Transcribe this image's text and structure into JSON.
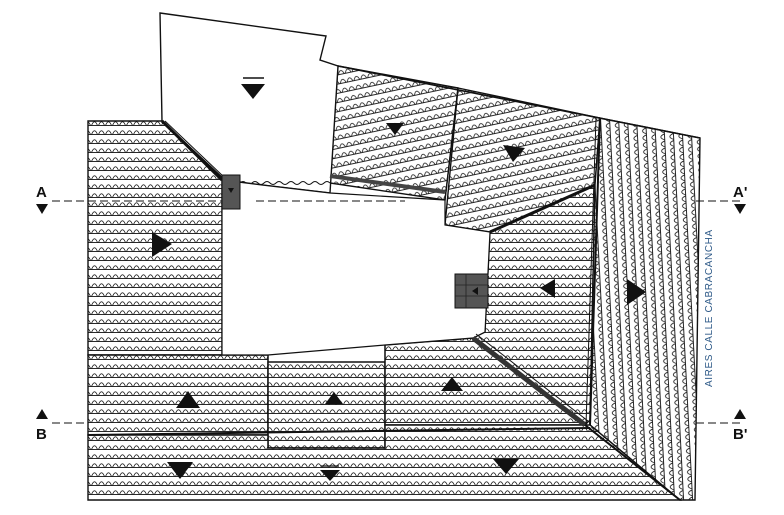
{
  "sections": {
    "a_left": "A",
    "a_right": "A'",
    "b_left": "B",
    "b_right": "B'"
  },
  "street_label": "AIRES CALLE CABRACANCHA",
  "colors": {
    "ink": "#111111",
    "paper": "#ffffff",
    "tile_fill": "#cfcfcf",
    "street_text": "#2e5a88"
  },
  "icons": {
    "section_arrow": "filled-triangle-arrow",
    "slope_arrow": "filled-triangle-arrow",
    "tile_pattern": "clay-roof-tile-hatch"
  }
}
